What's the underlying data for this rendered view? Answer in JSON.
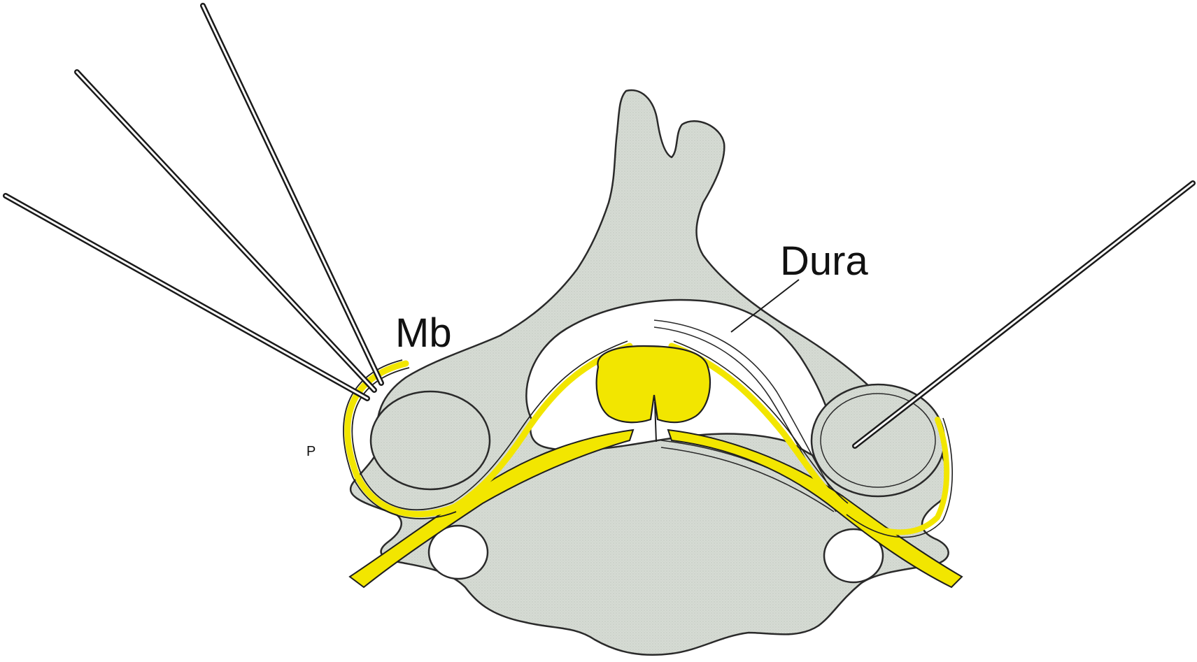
{
  "figure": {
    "labels": {
      "mb": "Mb",
      "dura": "Dura",
      "p": "P"
    },
    "colors": {
      "background": "#ffffff",
      "bone_fill": "#d6dbd4",
      "bone_stroke": "#2a2a2a",
      "nerve_fill": "#f2e600",
      "nerve_stroke": "#1e1e1e",
      "instrument_outer": "#1a1a1a",
      "instrument_inner": "#ffffff"
    }
  }
}
